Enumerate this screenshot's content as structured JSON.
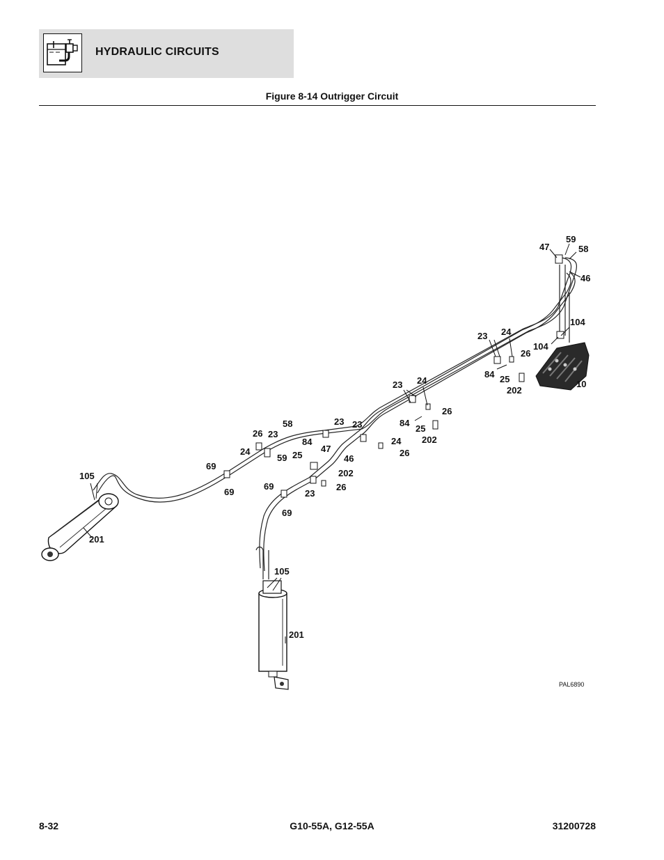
{
  "header": {
    "section_title": "HYDRAULIC CIRCUITS",
    "icon": "hydraulic-reservoir-icon"
  },
  "figure": {
    "title": "Figure 8-14 Outrigger Circuit",
    "callouts": [
      {
        "id": "c-47a",
        "text": "47"
      },
      {
        "id": "c-59a",
        "text": "59"
      },
      {
        "id": "c-58a",
        "text": "58"
      },
      {
        "id": "c-46a",
        "text": "46"
      },
      {
        "id": "c-104a",
        "text": "104"
      },
      {
        "id": "c-104b",
        "text": "104"
      },
      {
        "id": "c-10",
        "text": "10"
      },
      {
        "id": "c-23a",
        "text": "23"
      },
      {
        "id": "c-24a",
        "text": "24"
      },
      {
        "id": "c-26a",
        "text": "26"
      },
      {
        "id": "c-84a",
        "text": "84"
      },
      {
        "id": "c-25a",
        "text": "25"
      },
      {
        "id": "c-202a",
        "text": "202"
      },
      {
        "id": "c-23b",
        "text": "23"
      },
      {
        "id": "c-24b",
        "text": "24"
      },
      {
        "id": "c-26b",
        "text": "26"
      },
      {
        "id": "c-84b",
        "text": "84"
      },
      {
        "id": "c-25b",
        "text": "25"
      },
      {
        "id": "c-202b",
        "text": "202"
      },
      {
        "id": "c-58b",
        "text": "58"
      },
      {
        "id": "c-23c",
        "text": "23"
      },
      {
        "id": "c-23d",
        "text": "23"
      },
      {
        "id": "c-24c",
        "text": "24"
      },
      {
        "id": "c-26c",
        "text": "26"
      },
      {
        "id": "c-26d",
        "text": "26"
      },
      {
        "id": "c-23e",
        "text": "23"
      },
      {
        "id": "c-24d",
        "text": "24"
      },
      {
        "id": "c-59b",
        "text": "59"
      },
      {
        "id": "c-84c",
        "text": "84"
      },
      {
        "id": "c-47b",
        "text": "47"
      },
      {
        "id": "c-25c",
        "text": "25"
      },
      {
        "id": "c-46b",
        "text": "46"
      },
      {
        "id": "c-202c",
        "text": "202"
      },
      {
        "id": "c-69a",
        "text": "69"
      },
      {
        "id": "c-69b",
        "text": "69"
      },
      {
        "id": "c-105a",
        "text": "105"
      },
      {
        "id": "c-201a",
        "text": "201"
      },
      {
        "id": "c-69c",
        "text": "69"
      },
      {
        "id": "c-69d",
        "text": "69"
      },
      {
        "id": "c-23f",
        "text": "23"
      },
      {
        "id": "c-26e",
        "text": "26"
      },
      {
        "id": "c-105b",
        "text": "105"
      },
      {
        "id": "c-201b",
        "text": "201"
      }
    ],
    "drawing_code": "PAL6890"
  },
  "footer": {
    "page_number": "8-32",
    "models": "G10-55A, G12-55A",
    "doc_number": "31200728"
  }
}
